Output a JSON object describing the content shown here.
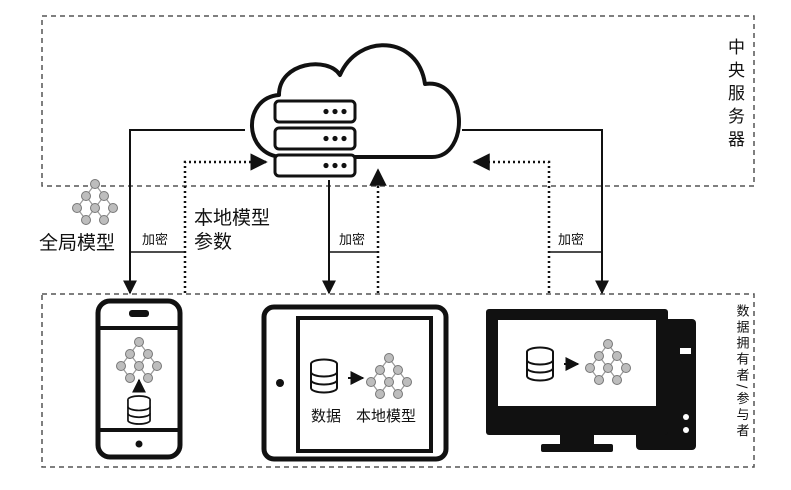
{
  "regions": {
    "server_label": "中央服务器",
    "participants_label": "数据拥有者/参与者"
  },
  "labels": {
    "global_model": "全局模型",
    "local_params_line1": "本地模型",
    "local_params_line2": "参数",
    "encrypt_left": "加密",
    "encrypt_mid": "加密",
    "encrypt_right": "加密",
    "tablet_data": "数据",
    "tablet_local_model": "本地模型"
  }
}
